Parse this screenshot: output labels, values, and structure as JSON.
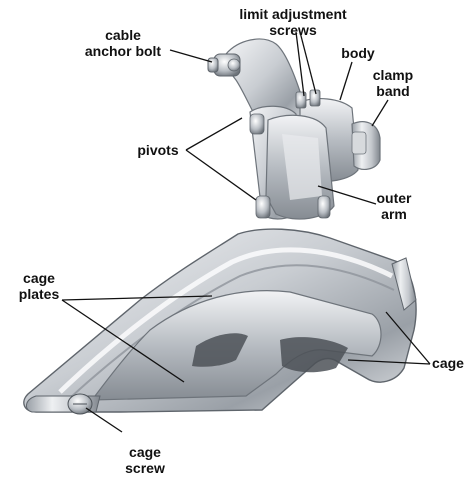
{
  "labels": {
    "cable_anchor_bolt": [
      "cable",
      "anchor bolt"
    ],
    "limit_adjustment_screws": [
      "limit adjustment",
      "screws"
    ],
    "body": [
      "body"
    ],
    "clamp_band": [
      "clamp",
      "band"
    ],
    "pivots": [
      "pivots"
    ],
    "outer_arm": [
      "outer",
      "arm"
    ],
    "cage_plates": [
      "cage",
      "plates"
    ],
    "cage": [
      "cage"
    ],
    "cage_screw": [
      "cage",
      "screw"
    ]
  },
  "colors": {
    "label_text": "#111111",
    "leader_line": "#111111",
    "metal_light": "#eef0f2",
    "metal_mid": "#c3c7cc",
    "metal_dark": "#7d838a"
  }
}
